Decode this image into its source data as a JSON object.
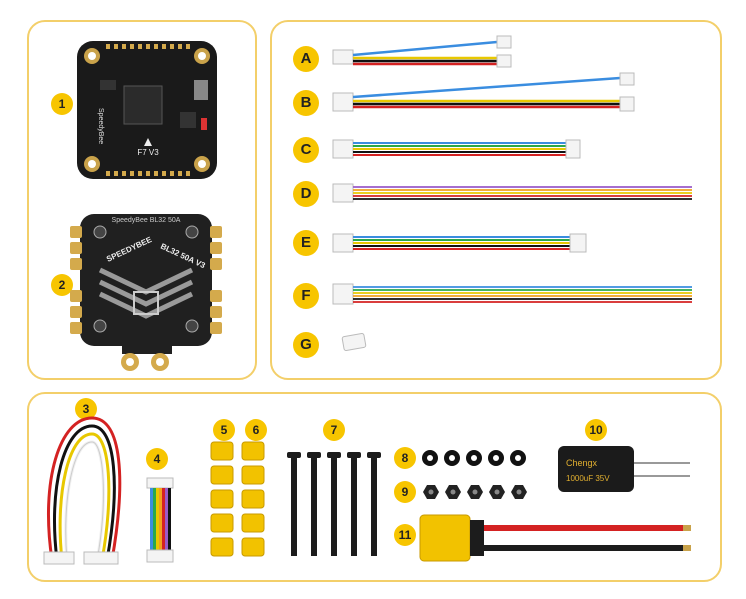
{
  "panel_main": {
    "badge_1": "1",
    "badge_2": "2",
    "fc_board_label": "SpeedyBee",
    "fc_version": "F7 V3",
    "esc_brand": "SPEEDYBEE",
    "esc_model": "BL32 50A V3",
    "esc_header": "SpeedyBee BL32 50A"
  },
  "panel_cables": {
    "letters": [
      "A",
      "B",
      "C",
      "D",
      "E",
      "F",
      "G"
    ]
  },
  "panel_accessories": {
    "badges": [
      "3",
      "4",
      "5",
      "6",
      "7",
      "8",
      "9",
      "10",
      "11"
    ],
    "capacitor_brand": "Chengx",
    "capacitor_rating": "1000uF 35V"
  }
}
